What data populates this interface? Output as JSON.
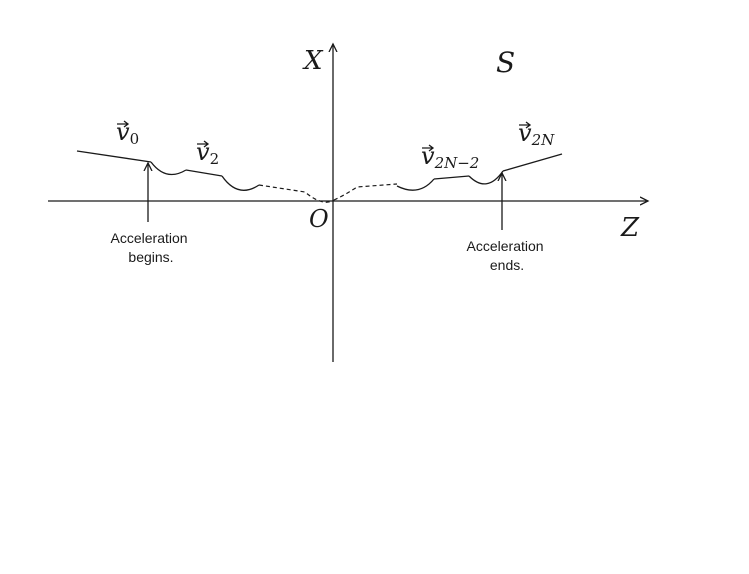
{
  "axes": {
    "x_label": "X",
    "z_label": "Z",
    "origin_label": "O",
    "frame_label": "S"
  },
  "velocities": {
    "v0": {
      "symbol": "v",
      "subscript": "0"
    },
    "v2": {
      "symbol": "v",
      "subscript": "2"
    },
    "v2n_minus_2": {
      "symbol": "v",
      "subscript": "2N−2"
    },
    "v2n": {
      "symbol": "v",
      "subscript": "2N"
    }
  },
  "annotations": {
    "begin_line1": "Acceleration",
    "begin_line2": "begins.",
    "end_line1": "Acceleration",
    "end_line2": "ends."
  }
}
